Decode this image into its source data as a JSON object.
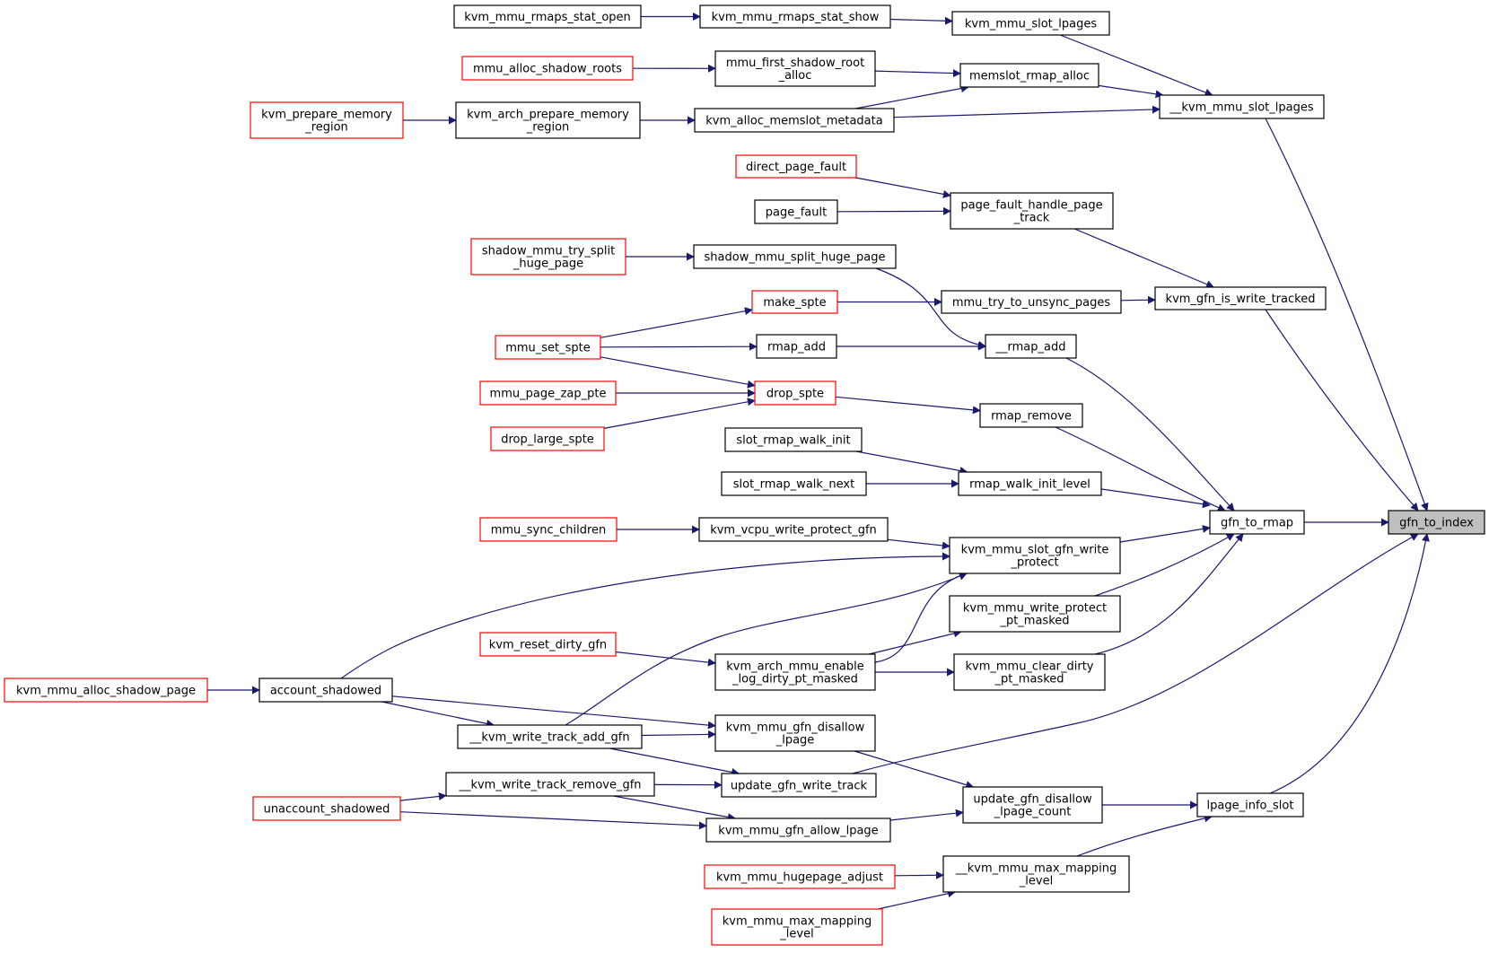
{
  "colors": {
    "edge": "#191970",
    "node_border_black": "#000000",
    "node_border_red": "#ff0000",
    "focus_fill": "#bfbfbf",
    "node_fill": "#ffffff",
    "text": "#000000"
  },
  "nodes": {
    "gfn_to_index": {
      "lines": [
        "gfn_to_index"
      ],
      "kind": "focus"
    },
    "gfn_to_rmap": {
      "lines": [
        "gfn_to_rmap"
      ],
      "kind": "normal"
    },
    "lpage_info_slot": {
      "lines": [
        "lpage_info_slot"
      ],
      "kind": "normal"
    },
    "kvm_mmu_slot_lpages_u": {
      "lines": [
        "__kvm_mmu_slot_lpages"
      ],
      "kind": "normal"
    },
    "kvm_gfn_is_write_tracked": {
      "lines": [
        "kvm_gfn_is_write_tracked"
      ],
      "kind": "normal"
    },
    "kvm_mmu_slot_lpages": {
      "lines": [
        "kvm_mmu_slot_lpages"
      ],
      "kind": "normal"
    },
    "memslot_rmap_alloc": {
      "lines": [
        "memslot_rmap_alloc"
      ],
      "kind": "normal"
    },
    "kvm_mmu_rmaps_stat_show": {
      "lines": [
        "kvm_mmu_rmaps_stat_show"
      ],
      "kind": "normal"
    },
    "kvm_mmu_rmaps_stat_open": {
      "lines": [
        "kvm_mmu_rmaps_stat_open"
      ],
      "kind": "normal"
    },
    "mmu_first_shadow_root_alloc": {
      "lines": [
        "mmu_first_shadow_root",
        "_alloc"
      ],
      "kind": "normal"
    },
    "mmu_alloc_shadow_roots": {
      "lines": [
        "mmu_alloc_shadow_roots"
      ],
      "kind": "truncated"
    },
    "kvm_alloc_memslot_metadata": {
      "lines": [
        "kvm_alloc_memslot_metadata"
      ],
      "kind": "normal"
    },
    "kvm_arch_prepare_memory_region": {
      "lines": [
        "kvm_arch_prepare_memory",
        "_region"
      ],
      "kind": "normal"
    },
    "kvm_prepare_memory_region": {
      "lines": [
        "kvm_prepare_memory",
        "_region"
      ],
      "kind": "truncated"
    },
    "page_fault_handle_page_track": {
      "lines": [
        "page_fault_handle_page",
        "_track"
      ],
      "kind": "normal"
    },
    "direct_page_fault": {
      "lines": [
        "direct_page_fault"
      ],
      "kind": "truncated"
    },
    "page_fault": {
      "lines": [
        "page_fault"
      ],
      "kind": "normal"
    },
    "shadow_mmu_split_huge_page": {
      "lines": [
        "shadow_mmu_split_huge_page"
      ],
      "kind": "normal"
    },
    "shadow_mmu_try_split_huge_page": {
      "lines": [
        "shadow_mmu_try_split",
        "_huge_page"
      ],
      "kind": "truncated"
    },
    "mmu_try_to_unsync_pages": {
      "lines": [
        "mmu_try_to_unsync_pages"
      ],
      "kind": "normal"
    },
    "make_spte": {
      "lines": [
        "make_spte"
      ],
      "kind": "truncated"
    },
    "rmap_add_u": {
      "lines": [
        "__rmap_add"
      ],
      "kind": "normal"
    },
    "rmap_add": {
      "lines": [
        "rmap_add"
      ],
      "kind": "normal"
    },
    "mmu_set_spte": {
      "lines": [
        "mmu_set_spte"
      ],
      "kind": "truncated"
    },
    "drop_spte": {
      "lines": [
        "drop_spte"
      ],
      "kind": "truncated"
    },
    "mmu_page_zap_pte": {
      "lines": [
        "mmu_page_zap_pte"
      ],
      "kind": "truncated"
    },
    "drop_large_spte": {
      "lines": [
        "drop_large_spte"
      ],
      "kind": "truncated"
    },
    "rmap_remove": {
      "lines": [
        "rmap_remove"
      ],
      "kind": "normal"
    },
    "slot_rmap_walk_init": {
      "lines": [
        "slot_rmap_walk_init"
      ],
      "kind": "normal"
    },
    "slot_rmap_walk_next": {
      "lines": [
        "slot_rmap_walk_next"
      ],
      "kind": "normal"
    },
    "rmap_walk_init_level": {
      "lines": [
        "rmap_walk_init_level"
      ],
      "kind": "normal"
    },
    "mmu_sync_children": {
      "lines": [
        "mmu_sync_children"
      ],
      "kind": "truncated"
    },
    "kvm_vcpu_write_protect_gfn": {
      "lines": [
        "kvm_vcpu_write_protect_gfn"
      ],
      "kind": "normal"
    },
    "kvm_mmu_slot_gfn_write_protect": {
      "lines": [
        "kvm_mmu_slot_gfn_write",
        "_protect"
      ],
      "kind": "normal"
    },
    "kvm_mmu_write_protect_pt_masked": {
      "lines": [
        "kvm_mmu_write_protect",
        "_pt_masked"
      ],
      "kind": "normal"
    },
    "kvm_reset_dirty_gfn": {
      "lines": [
        "kvm_reset_dirty_gfn"
      ],
      "kind": "truncated"
    },
    "kvm_arch_mmu_enable_log_dirty_pt_masked": {
      "lines": [
        "kvm_arch_mmu_enable",
        "_log_dirty_pt_masked"
      ],
      "kind": "normal"
    },
    "kvm_mmu_clear_dirty_pt_masked": {
      "lines": [
        "kvm_mmu_clear_dirty",
        "_pt_masked"
      ],
      "kind": "normal"
    },
    "kvm_mmu_alloc_shadow_page": {
      "lines": [
        "kvm_mmu_alloc_shadow_page"
      ],
      "kind": "truncated"
    },
    "account_shadowed": {
      "lines": [
        "account_shadowed"
      ],
      "kind": "normal"
    },
    "kvm_write_track_add_gfn_u": {
      "lines": [
        "__kvm_write_track_add_gfn"
      ],
      "kind": "normal"
    },
    "kvm_mmu_gfn_disallow_lpage": {
      "lines": [
        "kvm_mmu_gfn_disallow",
        "_lpage"
      ],
      "kind": "normal"
    },
    "kvm_write_track_remove_gfn_u": {
      "lines": [
        "__kvm_write_track_remove_gfn"
      ],
      "kind": "normal"
    },
    "update_gfn_write_track": {
      "lines": [
        "update_gfn_write_track"
      ],
      "kind": "normal"
    },
    "unaccount_shadowed": {
      "lines": [
        "unaccount_shadowed"
      ],
      "kind": "truncated"
    },
    "update_gfn_disallow_lpage_count": {
      "lines": [
        "update_gfn_disallow",
        "_lpage_count"
      ],
      "kind": "normal"
    },
    "kvm_mmu_gfn_allow_lpage": {
      "lines": [
        "kvm_mmu_gfn_allow_lpage"
      ],
      "kind": "normal"
    },
    "kvm_mmu_hugepage_adjust": {
      "lines": [
        "kvm_mmu_hugepage_adjust"
      ],
      "kind": "truncated"
    },
    "kvm_mmu_max_mapping_level_u": {
      "lines": [
        "__kvm_mmu_max_mapping",
        "_level"
      ],
      "kind": "normal"
    },
    "kvm_mmu_max_mapping_level": {
      "lines": [
        "kvm_mmu_max_mapping",
        "_level"
      ],
      "kind": "truncated"
    }
  },
  "edges": [
    [
      "kvm_mmu_slot_lpages_u",
      "gfn_to_index"
    ],
    [
      "kvm_gfn_is_write_tracked",
      "gfn_to_index"
    ],
    [
      "gfn_to_rmap",
      "gfn_to_index"
    ],
    [
      "update_gfn_write_track",
      "gfn_to_index"
    ],
    [
      "lpage_info_slot",
      "gfn_to_index"
    ],
    [
      "kvm_mmu_slot_lpages",
      "kvm_mmu_slot_lpages_u"
    ],
    [
      "memslot_rmap_alloc",
      "kvm_mmu_slot_lpages_u"
    ],
    [
      "kvm_alloc_memslot_metadata",
      "kvm_mmu_slot_lpages_u"
    ],
    [
      "kvm_mmu_rmaps_stat_show",
      "kvm_mmu_slot_lpages"
    ],
    [
      "kvm_mmu_rmaps_stat_open",
      "kvm_mmu_rmaps_stat_show"
    ],
    [
      "mmu_first_shadow_root_alloc",
      "memslot_rmap_alloc"
    ],
    [
      "kvm_alloc_memslot_metadata",
      "memslot_rmap_alloc"
    ],
    [
      "mmu_alloc_shadow_roots",
      "mmu_first_shadow_root_alloc"
    ],
    [
      "kvm_arch_prepare_memory_region",
      "kvm_alloc_memslot_metadata"
    ],
    [
      "kvm_prepare_memory_region",
      "kvm_arch_prepare_memory_region"
    ],
    [
      "page_fault_handle_page_track",
      "kvm_gfn_is_write_tracked"
    ],
    [
      "mmu_try_to_unsync_pages",
      "kvm_gfn_is_write_tracked"
    ],
    [
      "direct_page_fault",
      "page_fault_handle_page_track"
    ],
    [
      "page_fault",
      "page_fault_handle_page_track"
    ],
    [
      "shadow_mmu_try_split_huge_page",
      "shadow_mmu_split_huge_page"
    ],
    [
      "shadow_mmu_split_huge_page",
      "rmap_add_u"
    ],
    [
      "make_spte",
      "mmu_try_to_unsync_pages"
    ],
    [
      "mmu_set_spte",
      "make_spte"
    ],
    [
      "mmu_set_spte",
      "rmap_add"
    ],
    [
      "mmu_set_spte",
      "drop_spte"
    ],
    [
      "rmap_add",
      "rmap_add_u"
    ],
    [
      "mmu_page_zap_pte",
      "drop_spte"
    ],
    [
      "drop_large_spte",
      "drop_spte"
    ],
    [
      "drop_spte",
      "rmap_remove"
    ],
    [
      "rmap_add_u",
      "gfn_to_rmap"
    ],
    [
      "rmap_remove",
      "gfn_to_rmap"
    ],
    [
      "slot_rmap_walk_init",
      "rmap_walk_init_level"
    ],
    [
      "slot_rmap_walk_next",
      "rmap_walk_init_level"
    ],
    [
      "rmap_walk_init_level",
      "gfn_to_rmap"
    ],
    [
      "mmu_sync_children",
      "kvm_vcpu_write_protect_gfn"
    ],
    [
      "kvm_vcpu_write_protect_gfn",
      "kvm_mmu_slot_gfn_write_protect"
    ],
    [
      "kvm_mmu_slot_gfn_write_protect",
      "gfn_to_rmap"
    ],
    [
      "kvm_mmu_write_protect_pt_masked",
      "gfn_to_rmap"
    ],
    [
      "kvm_mmu_clear_dirty_pt_masked",
      "gfn_to_rmap"
    ],
    [
      "account_shadowed",
      "kvm_mmu_slot_gfn_write_protect"
    ],
    [
      "kvm_write_track_add_gfn_u",
      "kvm_mmu_slot_gfn_write_protect"
    ],
    [
      "kvm_arch_mmu_enable_log_dirty_pt_masked",
      "kvm_mmu_slot_gfn_write_protect"
    ],
    [
      "kvm_arch_mmu_enable_log_dirty_pt_masked",
      "kvm_mmu_write_protect_pt_masked"
    ],
    [
      "kvm_arch_mmu_enable_log_dirty_pt_masked",
      "kvm_mmu_clear_dirty_pt_masked"
    ],
    [
      "kvm_reset_dirty_gfn",
      "kvm_arch_mmu_enable_log_dirty_pt_masked"
    ],
    [
      "kvm_mmu_alloc_shadow_page",
      "account_shadowed"
    ],
    [
      "account_shadowed",
      "kvm_write_track_add_gfn_u"
    ],
    [
      "account_shadowed",
      "kvm_mmu_gfn_disallow_lpage"
    ],
    [
      "kvm_write_track_add_gfn_u",
      "kvm_mmu_gfn_disallow_lpage"
    ],
    [
      "kvm_write_track_add_gfn_u",
      "update_gfn_write_track"
    ],
    [
      "kvm_write_track_remove_gfn_u",
      "update_gfn_write_track"
    ],
    [
      "kvm_write_track_remove_gfn_u",
      "kvm_mmu_gfn_allow_lpage"
    ],
    [
      "unaccount_shadowed",
      "kvm_write_track_remove_gfn_u"
    ],
    [
      "unaccount_shadowed",
      "kvm_mmu_gfn_allow_lpage"
    ],
    [
      "kvm_mmu_gfn_disallow_lpage",
      "update_gfn_disallow_lpage_count"
    ],
    [
      "kvm_mmu_gfn_allow_lpage",
      "update_gfn_disallow_lpage_count"
    ],
    [
      "update_gfn_disallow_lpage_count",
      "lpage_info_slot"
    ],
    [
      "kvm_mmu_max_mapping_level_u",
      "lpage_info_slot"
    ],
    [
      "kvm_mmu_hugepage_adjust",
      "kvm_mmu_max_mapping_level_u"
    ],
    [
      "kvm_mmu_max_mapping_level",
      "kvm_mmu_max_mapping_level_u"
    ]
  ]
}
